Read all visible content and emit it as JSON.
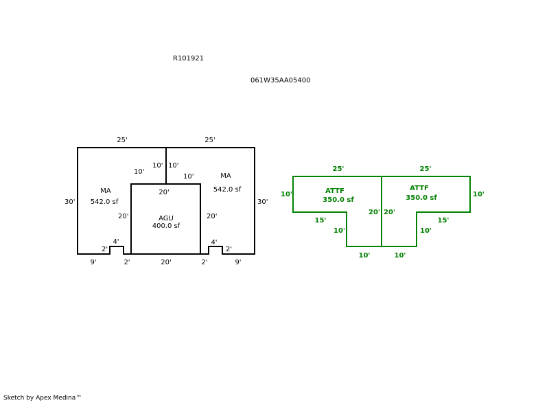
{
  "header": {
    "parcel_id": "R101921",
    "map_number": "061W35AA05400"
  },
  "colors": {
    "main_structure": "#000000",
    "attached_structure": "#008000"
  },
  "black_structure": {
    "areas": [
      {
        "code": "MA",
        "area": "542.0 sf"
      },
      {
        "code": "MA",
        "area": "542.0 sf"
      },
      {
        "code": "AGU",
        "area": "400.0 sf"
      }
    ],
    "dims": {
      "top_left": "25'",
      "top_right": "25'",
      "left_side": "30'",
      "right_side": "30'",
      "center_left_10": "10'",
      "center_mid_left_10": "10'",
      "center_mid_right_10": "10'",
      "agu_top_right_10": "10'",
      "agu_top": "20'",
      "agu_left": "20'",
      "agu_right": "20'",
      "bottom_left_9": "9'",
      "bottom_left_2": "2'",
      "bottom_agu": "20'",
      "bottom_right_2": "2'",
      "bottom_right_9": "9'",
      "left_notch_top": "4'",
      "left_notch_side": "2'",
      "right_notch_top": "4'",
      "right_notch_side": "2'"
    }
  },
  "green_structure": {
    "areas": [
      {
        "code": "ATTF",
        "area": "350.0 sf"
      },
      {
        "code": "ATTF",
        "area": "350.0 sf"
      }
    ],
    "dims": {
      "top_left": "25'",
      "top_right": "25'",
      "left_side": "10'",
      "right_side": "10'",
      "step_left": "15'",
      "step_right": "15'",
      "center_left": "20'",
      "center_right": "20'",
      "inner_left": "10'",
      "inner_right": "10'",
      "bottom_left": "10'",
      "bottom_right": "10'"
    }
  },
  "footer": {
    "credit": "Sketch by Apex Medina™"
  }
}
